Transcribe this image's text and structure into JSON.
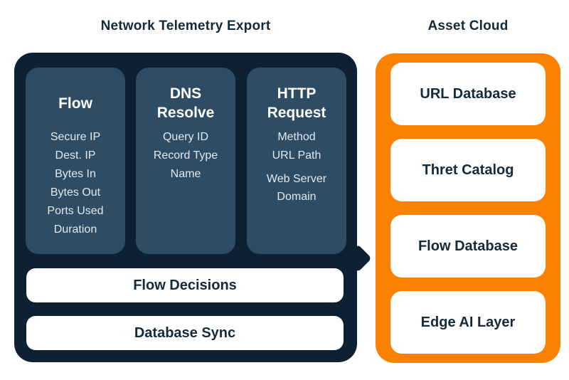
{
  "colors": {
    "panel_dark": "#0e2132",
    "column_bg": "#2e4c64",
    "orange": "#fd8100",
    "dark_text": "#14293a",
    "item_text": "#e2e9ef"
  },
  "titles": {
    "left": "Network Telemetry Export",
    "right": "Asset Cloud"
  },
  "telemetry_panel": {
    "columns": [
      {
        "header": "Flow",
        "items": [
          "Secure IP",
          "Dest. IP",
          "Bytes In",
          "Bytes Out",
          "Ports Used",
          "Duration"
        ]
      },
      {
        "header": "DNS Resolve",
        "items": [
          "Query ID",
          "Record Type",
          "Name"
        ]
      },
      {
        "header": "HTTP Request",
        "items": [
          "Method",
          "URL Path",
          "Web Server Domain"
        ]
      }
    ],
    "bars": [
      "Flow Decisions",
      "Database Sync"
    ]
  },
  "asset_panel": {
    "boxes": [
      "URL Database",
      "Thret Catalog",
      "Flow Database",
      "Edge AI Layer"
    ]
  }
}
